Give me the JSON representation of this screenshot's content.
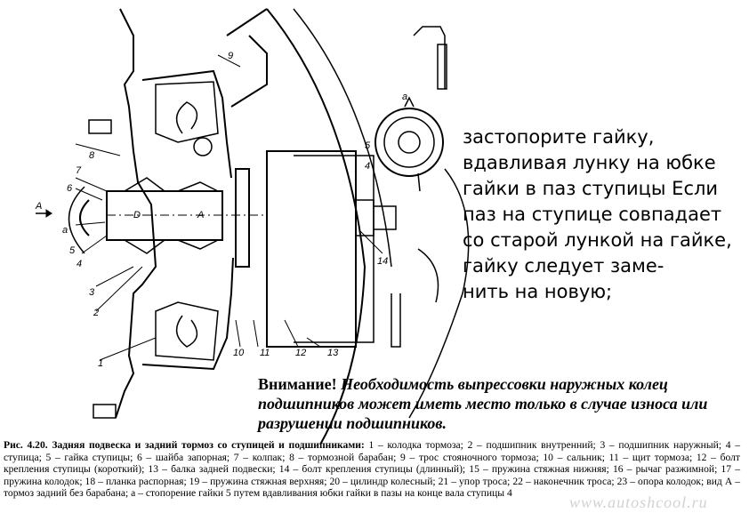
{
  "side_note": {
    "lines": [
      "застопорите гайку,",
      "вдавливая лунку на юбке",
      "гайки в паз ступицы  Если",
      "паз на ступице совпадает",
      " со старой лункой на гайке,",
      " гайку следует заме-",
      "нить на новую;"
    ]
  },
  "warning": {
    "lead": "Внимание!",
    "text": "Необходимость выпрессовки наружных колец подшипников может иметь место только в случае износа или разрушении подшипников."
  },
  "caption": {
    "lead": "Рис. 4.20. Задняя подвеска и задний тормоз со ступицей и подшипниками:",
    "text": "1 – колодка тормоза; 2 – подшипник внутренний; 3 – подшипник наружный; 4 – ступица; 5 – гайка ступицы; 6 – шайба запорная; 7 – колпак; 8 – тормозной барабан; 9 – трос стояночного тормоза; 10 – сальник; 11 – щит тормоза; 12 – болт крепления ступицы (короткий); 13 – балка задней подвески; 14 – болт крепления ступицы (длинный); 15 – пружина стяжная нижняя; 16 – рычаг разжимной; 17 – пружина колодок; 18 – планка распорная; 19 – пружина стяжная верхняя; 20 – цилиндр колесный; 21 – упор троса; 22 – наконечник троса; 23 – опора колодок; вид А – тормоз задний без барабана; а – стопорение гайки 5 путем вдавливания юбки гайки в пазы на конце вала ступицы 4"
  },
  "drawing": {
    "labels": {
      "n1": "1",
      "n2": "2",
      "n3": "3",
      "n4": "4",
      "n4b": "4",
      "n5": "5",
      "n5b": "5",
      "n6": "6",
      "n7": "7",
      "n8": "8",
      "n9": "9",
      "n10": "10",
      "n11": "11",
      "n12": "12",
      "n13": "13",
      "n14": "14",
      "viewA": "A",
      "a1": "а",
      "a2": "а",
      "dimD": "D",
      "dimA": "A"
    }
  },
  "watermark": "www.autoshcool.ru"
}
